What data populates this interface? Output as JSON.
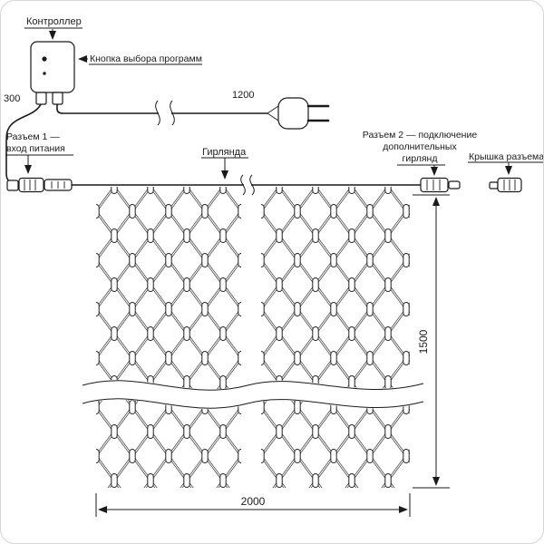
{
  "labels": {
    "controller": "Контроллер",
    "program_button": "Кнопка выбора программ",
    "connector1_line1": "Разъем 1 —",
    "connector1_line2": "вход питания",
    "garland": "Гирлянда",
    "connector2_line1": "Разъем 2 — подключение",
    "connector2_line2": "дополнительных",
    "connector2_line3": "гирлянд",
    "connector_cap": "Крышка разъема"
  },
  "dimensions": {
    "cable_to_input": "300",
    "cable_to_plug": "1200",
    "height": "1500",
    "width": "2000"
  }
}
